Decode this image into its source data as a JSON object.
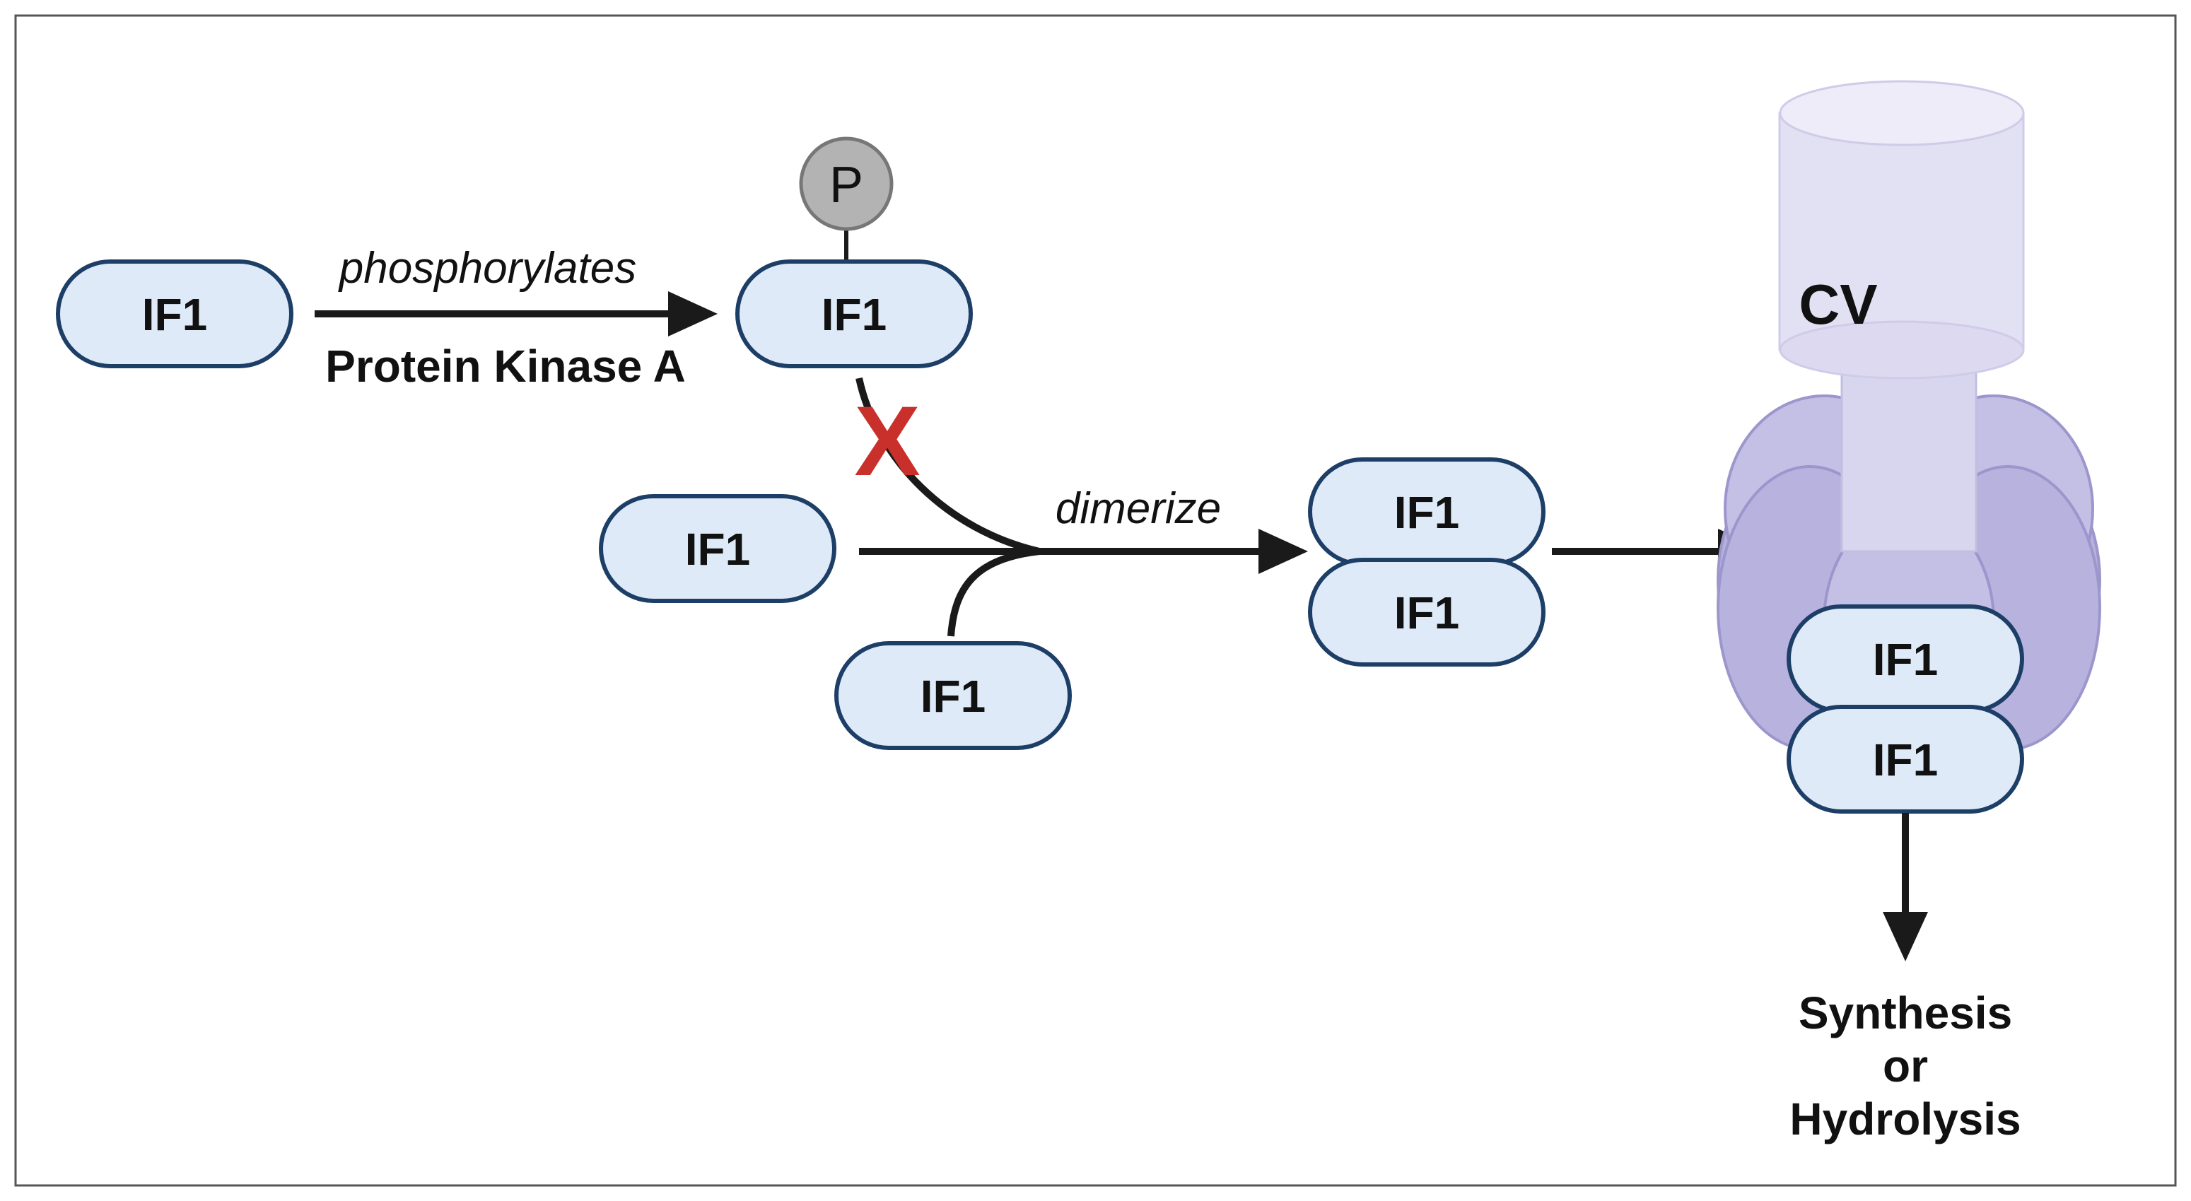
{
  "labels": {
    "if1": "IF1",
    "phosphate": "P",
    "phosphorylates": "phosphorylates",
    "kinase": "Protein Kinase A",
    "dimerize": "dimerize",
    "complex": "CV",
    "blocked_mark": "X",
    "outcome_line1": "Synthesis",
    "outcome_line2": "or",
    "outcome_line3": "Hydrolysis"
  },
  "colors": {
    "pill_fill": "#dfeaf8",
    "pill_stroke": "#1d3e66",
    "arrow": "#1a1a1a",
    "phosphate_fill": "#b3b3b3",
    "complex_body": "#b5b0dc",
    "complex_stalk": "#d8d5ee",
    "block_mark": "#c9302c"
  }
}
